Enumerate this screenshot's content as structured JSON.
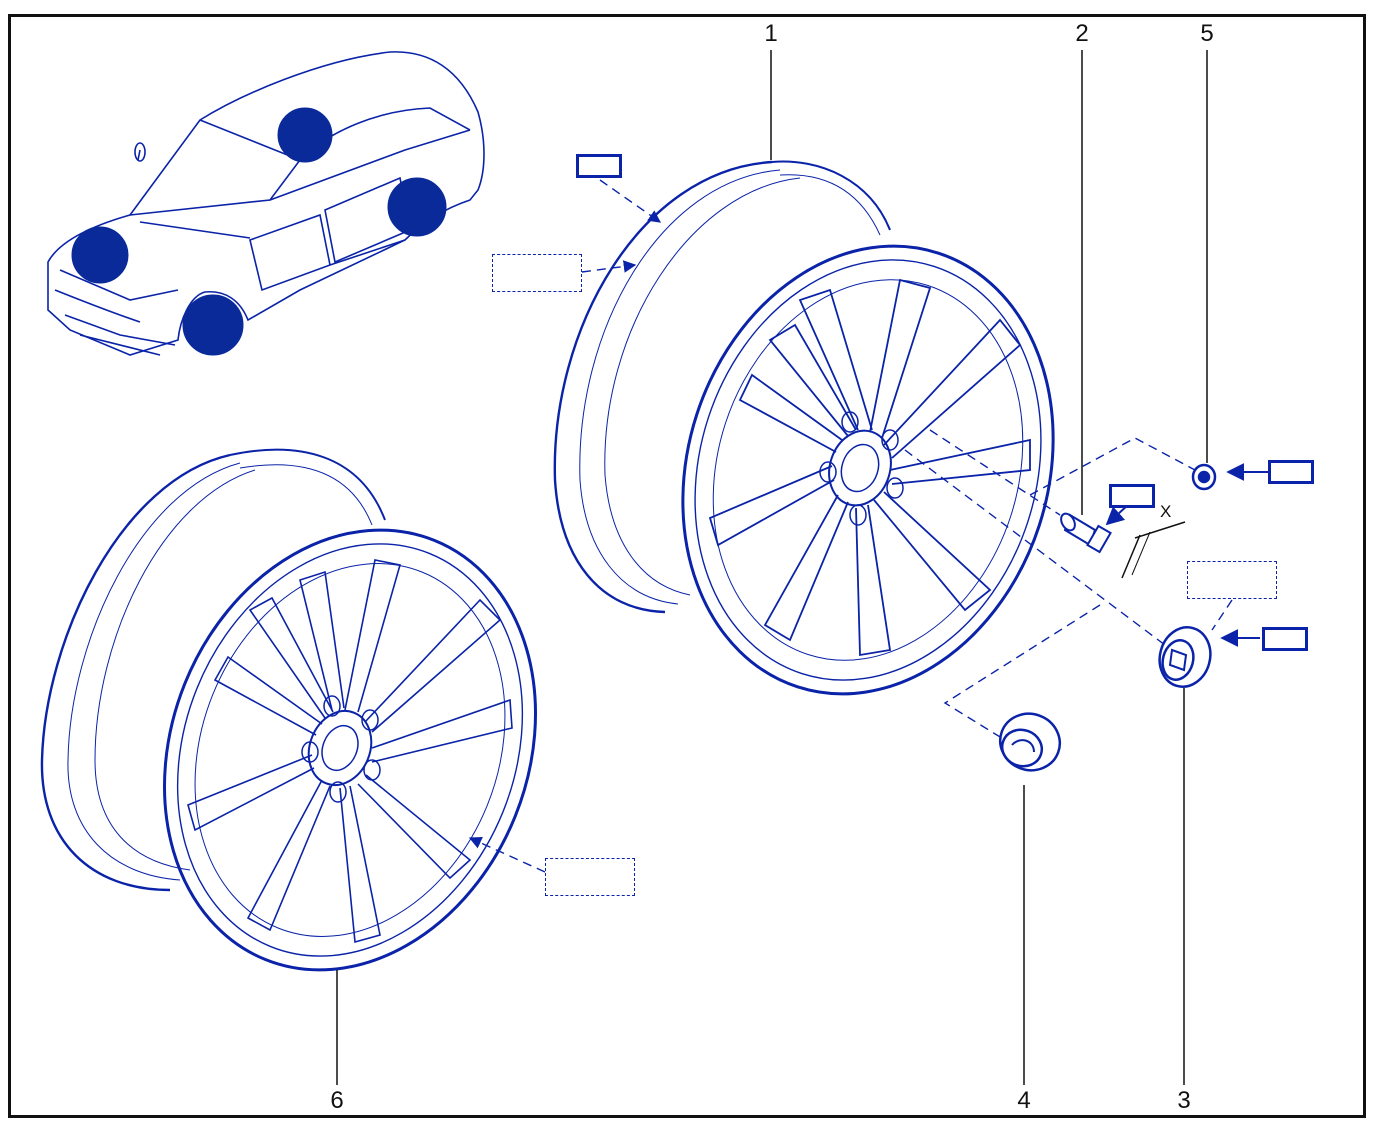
{
  "colors": {
    "line": "#0a23a8",
    "fill": "#0a2a9a",
    "frame": "#111111",
    "text": "#111111"
  },
  "callouts": {
    "c1": "1",
    "c2": "2",
    "c3": "3",
    "c4": "4",
    "c5": "5",
    "c6": "6"
  },
  "dimension": {
    "x_label": "X"
  },
  "icons": {
    "car": "vehicle-locator-icon",
    "wheel_front": "alloy-wheel-front-icon",
    "wheel_rear": "alloy-wheel-rear-icon",
    "valve": "tire-valve-icon",
    "cap": "hub-cap-icon",
    "nut": "wheel-nut-icon",
    "solid_symbol": "tightening-torque-symbol-icon",
    "dashed_symbol": "note-reference-box-icon"
  }
}
